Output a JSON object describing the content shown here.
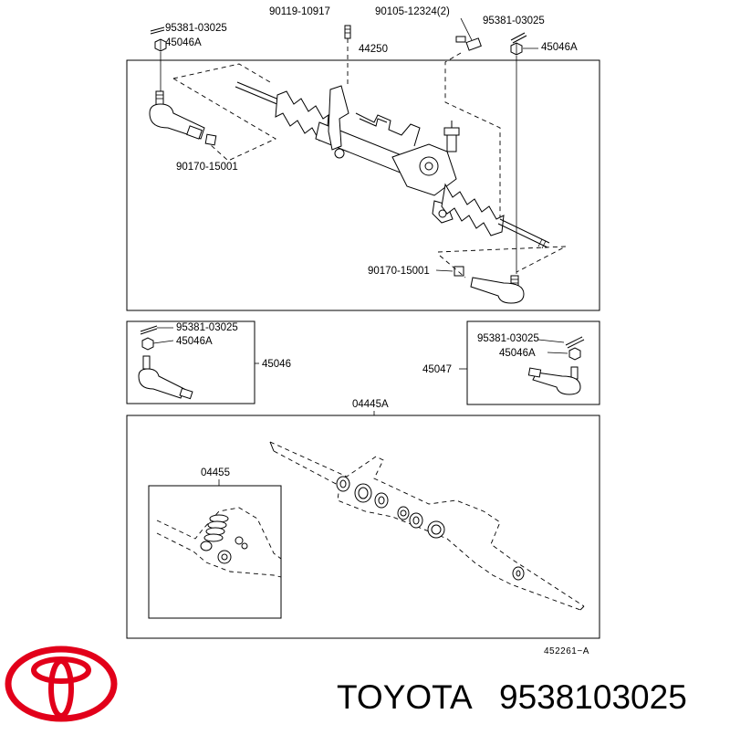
{
  "diagram": {
    "top_labels": {
      "bolt_left": "90119-10917",
      "bolt_right": "90105-12324(2)",
      "pin_left": "95381-03025",
      "nut_left": "45046A",
      "pin_right": "95381-03025",
      "nut_right": "45046A",
      "rack_assy": "44250",
      "nut_small_left": "90170-15001",
      "nut_small_right": "90170-15001"
    },
    "left_box": {
      "pin": "95381-03025",
      "nut": "45046A",
      "part": "45046"
    },
    "right_box": {
      "pin": "95381-03025",
      "nut": "45046A",
      "part": "45047"
    },
    "lower_box": {
      "kit": "04445A",
      "sub_kit": "04455"
    },
    "ref_code": "452261−A"
  },
  "brand": {
    "name": "TOYOTA",
    "part_number": "9538103025",
    "logo_color": "#e2001a"
  }
}
